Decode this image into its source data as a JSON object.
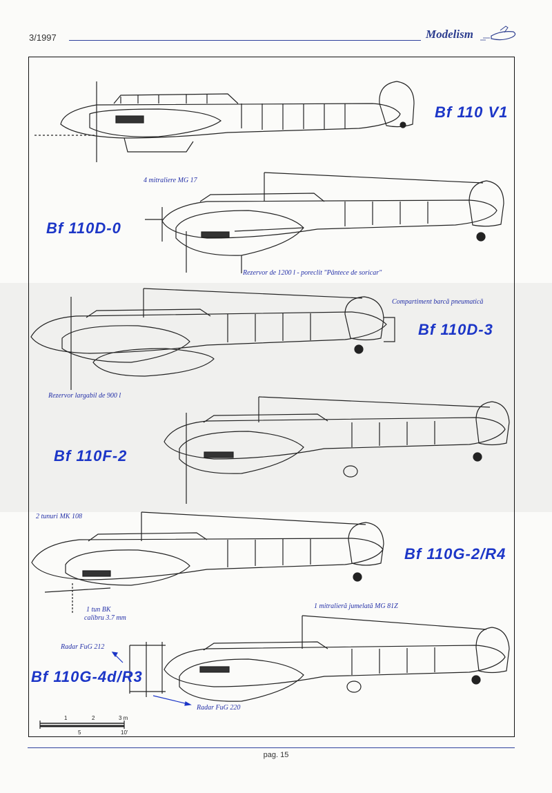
{
  "header": {
    "issue": "3/1997",
    "logo": "Modelism"
  },
  "titles": {
    "v1": "Bf 110 V1",
    "d0": "Bf 110D-0",
    "d3": "Bf 110D-3",
    "f2": "Bf 110F-2",
    "g2": "Bf 110G-2/R4",
    "g4": "Bf 110G-4d/R3"
  },
  "notes": {
    "d0_mg": "4 mitraliere MG 17",
    "d0_tank": "Rezervor de 1200 l - poreclit \"Pântece de soricar\"",
    "d3_boat": "Compartiment barcă pneumatică",
    "d3_tank": "Rezervor largabil de 900 l",
    "g2_mk": "2 tunuri MK 108",
    "g2_bk": "1 tun BK",
    "g2_bk2": "calibru 3.7 mm",
    "g4_mg": "1 mitralieră jumelată MG 81Z",
    "g4_fug212": "Radar FuG 212",
    "g4_fug220": "Radar FuG 220"
  },
  "scale": {
    "m1": "1",
    "m2": "2",
    "m3": "3 m",
    "f5": "5",
    "f10": "10'"
  },
  "footer": {
    "page": "pag. 15"
  },
  "colors": {
    "accent": "#1c36c7",
    "rule": "#2d3f9c",
    "line": "#222222"
  }
}
